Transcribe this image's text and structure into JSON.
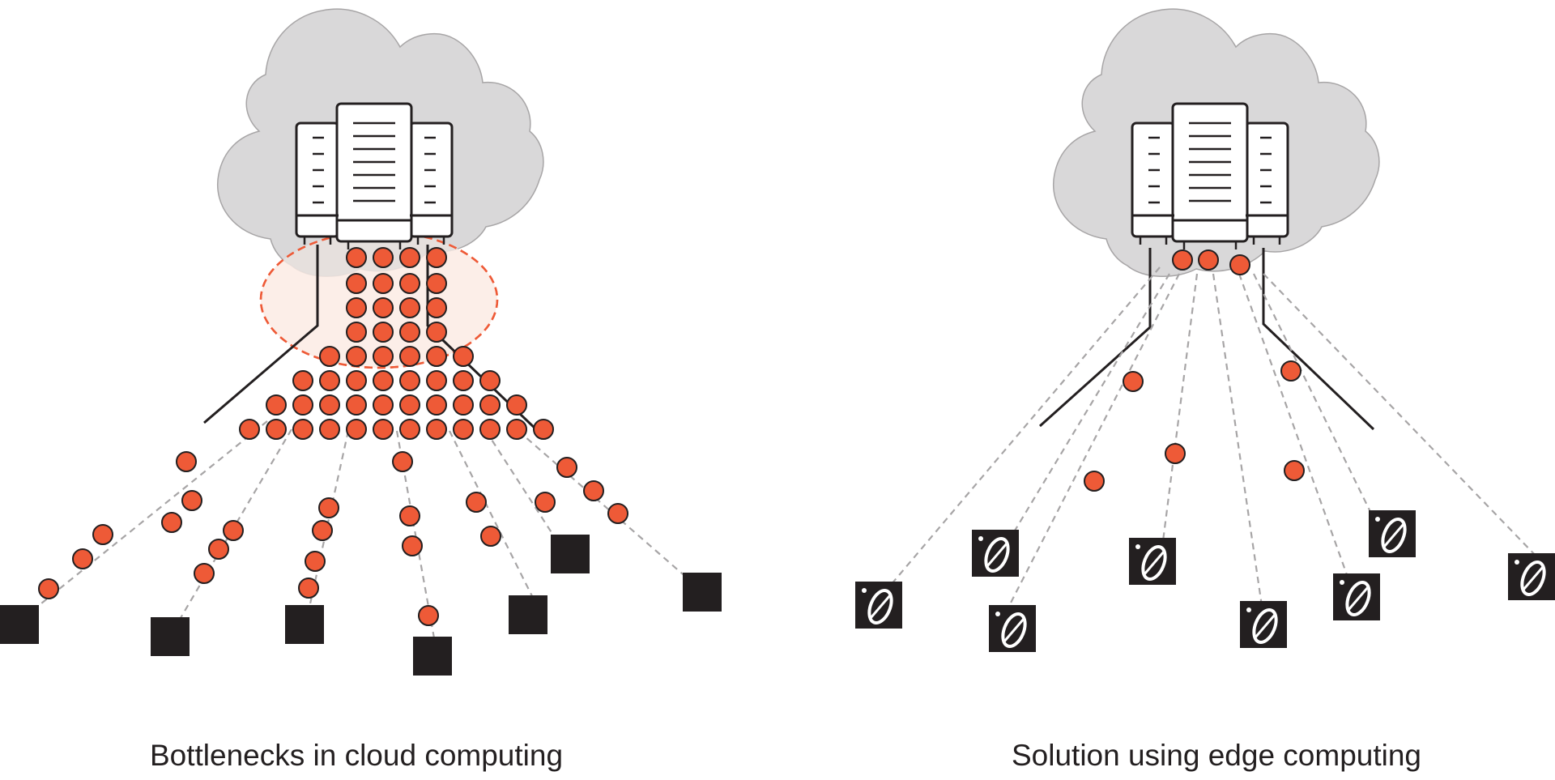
{
  "panels": [
    {
      "caption": "Bottlenecks in cloud computing",
      "scenario": "cloud"
    },
    {
      "caption": "Solution using edge computing",
      "scenario": "edge"
    }
  ],
  "colors": {
    "cloud_fill": "#d9d8d9",
    "cloud_stroke": "#a7a5a6",
    "outline": "#231f20",
    "packet_fill": "#ee5a37",
    "bottleneck_fill": "#fcebe4",
    "bottleneck_stroke": "#ee5a37",
    "dashed_link": "#a7a5a6",
    "device": "#231f20"
  },
  "icons": {
    "cloud": "cloud-icon",
    "server": "server-rack-icon",
    "cloud_device": "device-square-icon",
    "edge_device": "edge-device-icon",
    "packet": "data-packet-icon"
  }
}
